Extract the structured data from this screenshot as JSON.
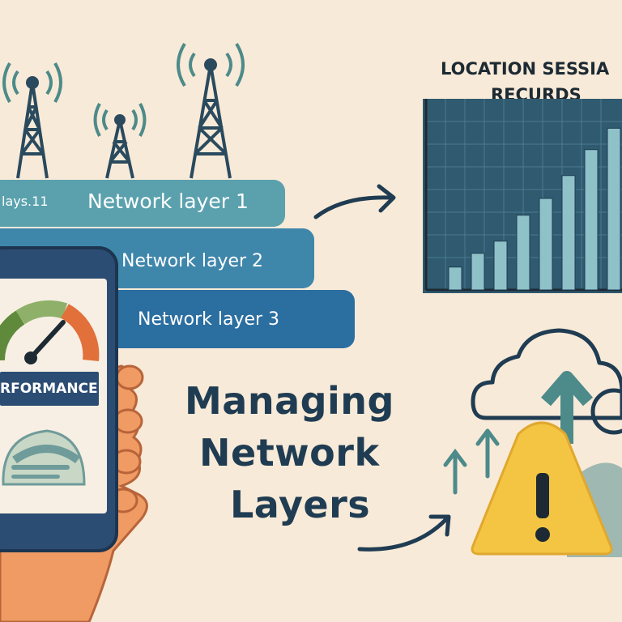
{
  "layers": {
    "items": [
      {
        "label": "Network layer 1",
        "prefix": "lays.11"
      },
      {
        "label": "Network layer 2"
      },
      {
        "label": "Network layer 3"
      }
    ]
  },
  "phone": {
    "badge": "RFORMANCE",
    "gauge_level": 0.85
  },
  "chart": {
    "title_line1": "LOCATION SESSIA",
    "title_line2": "RECURDS"
  },
  "chart_data": {
    "type": "bar",
    "title": "LOCATION SESSIA RECURDS",
    "values": [
      1.5,
      2.4,
      3.2,
      4.9,
      6.0,
      7.5,
      9.2,
      10.6
    ],
    "ylim": [
      0,
      12
    ],
    "grid": true
  },
  "headline": {
    "line1": "Managing",
    "line2": "Network",
    "line3": "Layers"
  },
  "colors": {
    "background": "#f8ead8",
    "layer1": "#5aa1ad",
    "layer2": "#3f86ab",
    "layer3": "#2b6ea0",
    "navy": "#1f3c52",
    "warning": "#f4c542"
  }
}
